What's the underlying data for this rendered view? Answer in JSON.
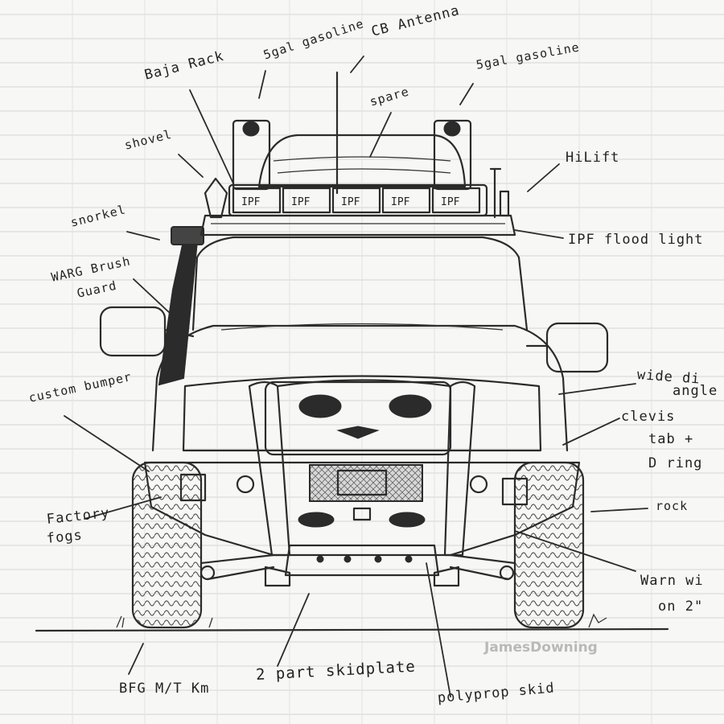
{
  "watermark": "JamesDowning",
  "labels": {
    "baja_rack": "Baja Rack",
    "gal_gasoline_left": "5gal gasoline",
    "cb_antenna": "CB Antenna",
    "gal_gasoline_right": "5gal gasoline",
    "spare": "spare",
    "shovel": "shovel",
    "hilift": "HiLift",
    "snorkel": "snorkel",
    "ipf_flood_light": "IPF flood light",
    "warn_brush_guard_1": "WARG Brush",
    "warn_brush_guard_2": "Guard",
    "wide_angle_1": "wide di",
    "wide_angle_2": "angle",
    "custom_bumper": "custom bumper",
    "clevis_1": "clevis",
    "clevis_2": "tab +",
    "clevis_3": "D ring",
    "rock": "rock",
    "factory_fogs_1": "Factory",
    "factory_fogs_2": "fogs",
    "warn_winch_1": "Warn wi",
    "warn_winch_2": "on 2\"",
    "bfg_tires": "BFG M/T Km",
    "skidplate": "2 part skidplate",
    "polyprop_skid": "polyprop skid"
  },
  "light_bar": [
    "IPF",
    "IPF",
    "IPF",
    "IPF",
    "IPF"
  ]
}
